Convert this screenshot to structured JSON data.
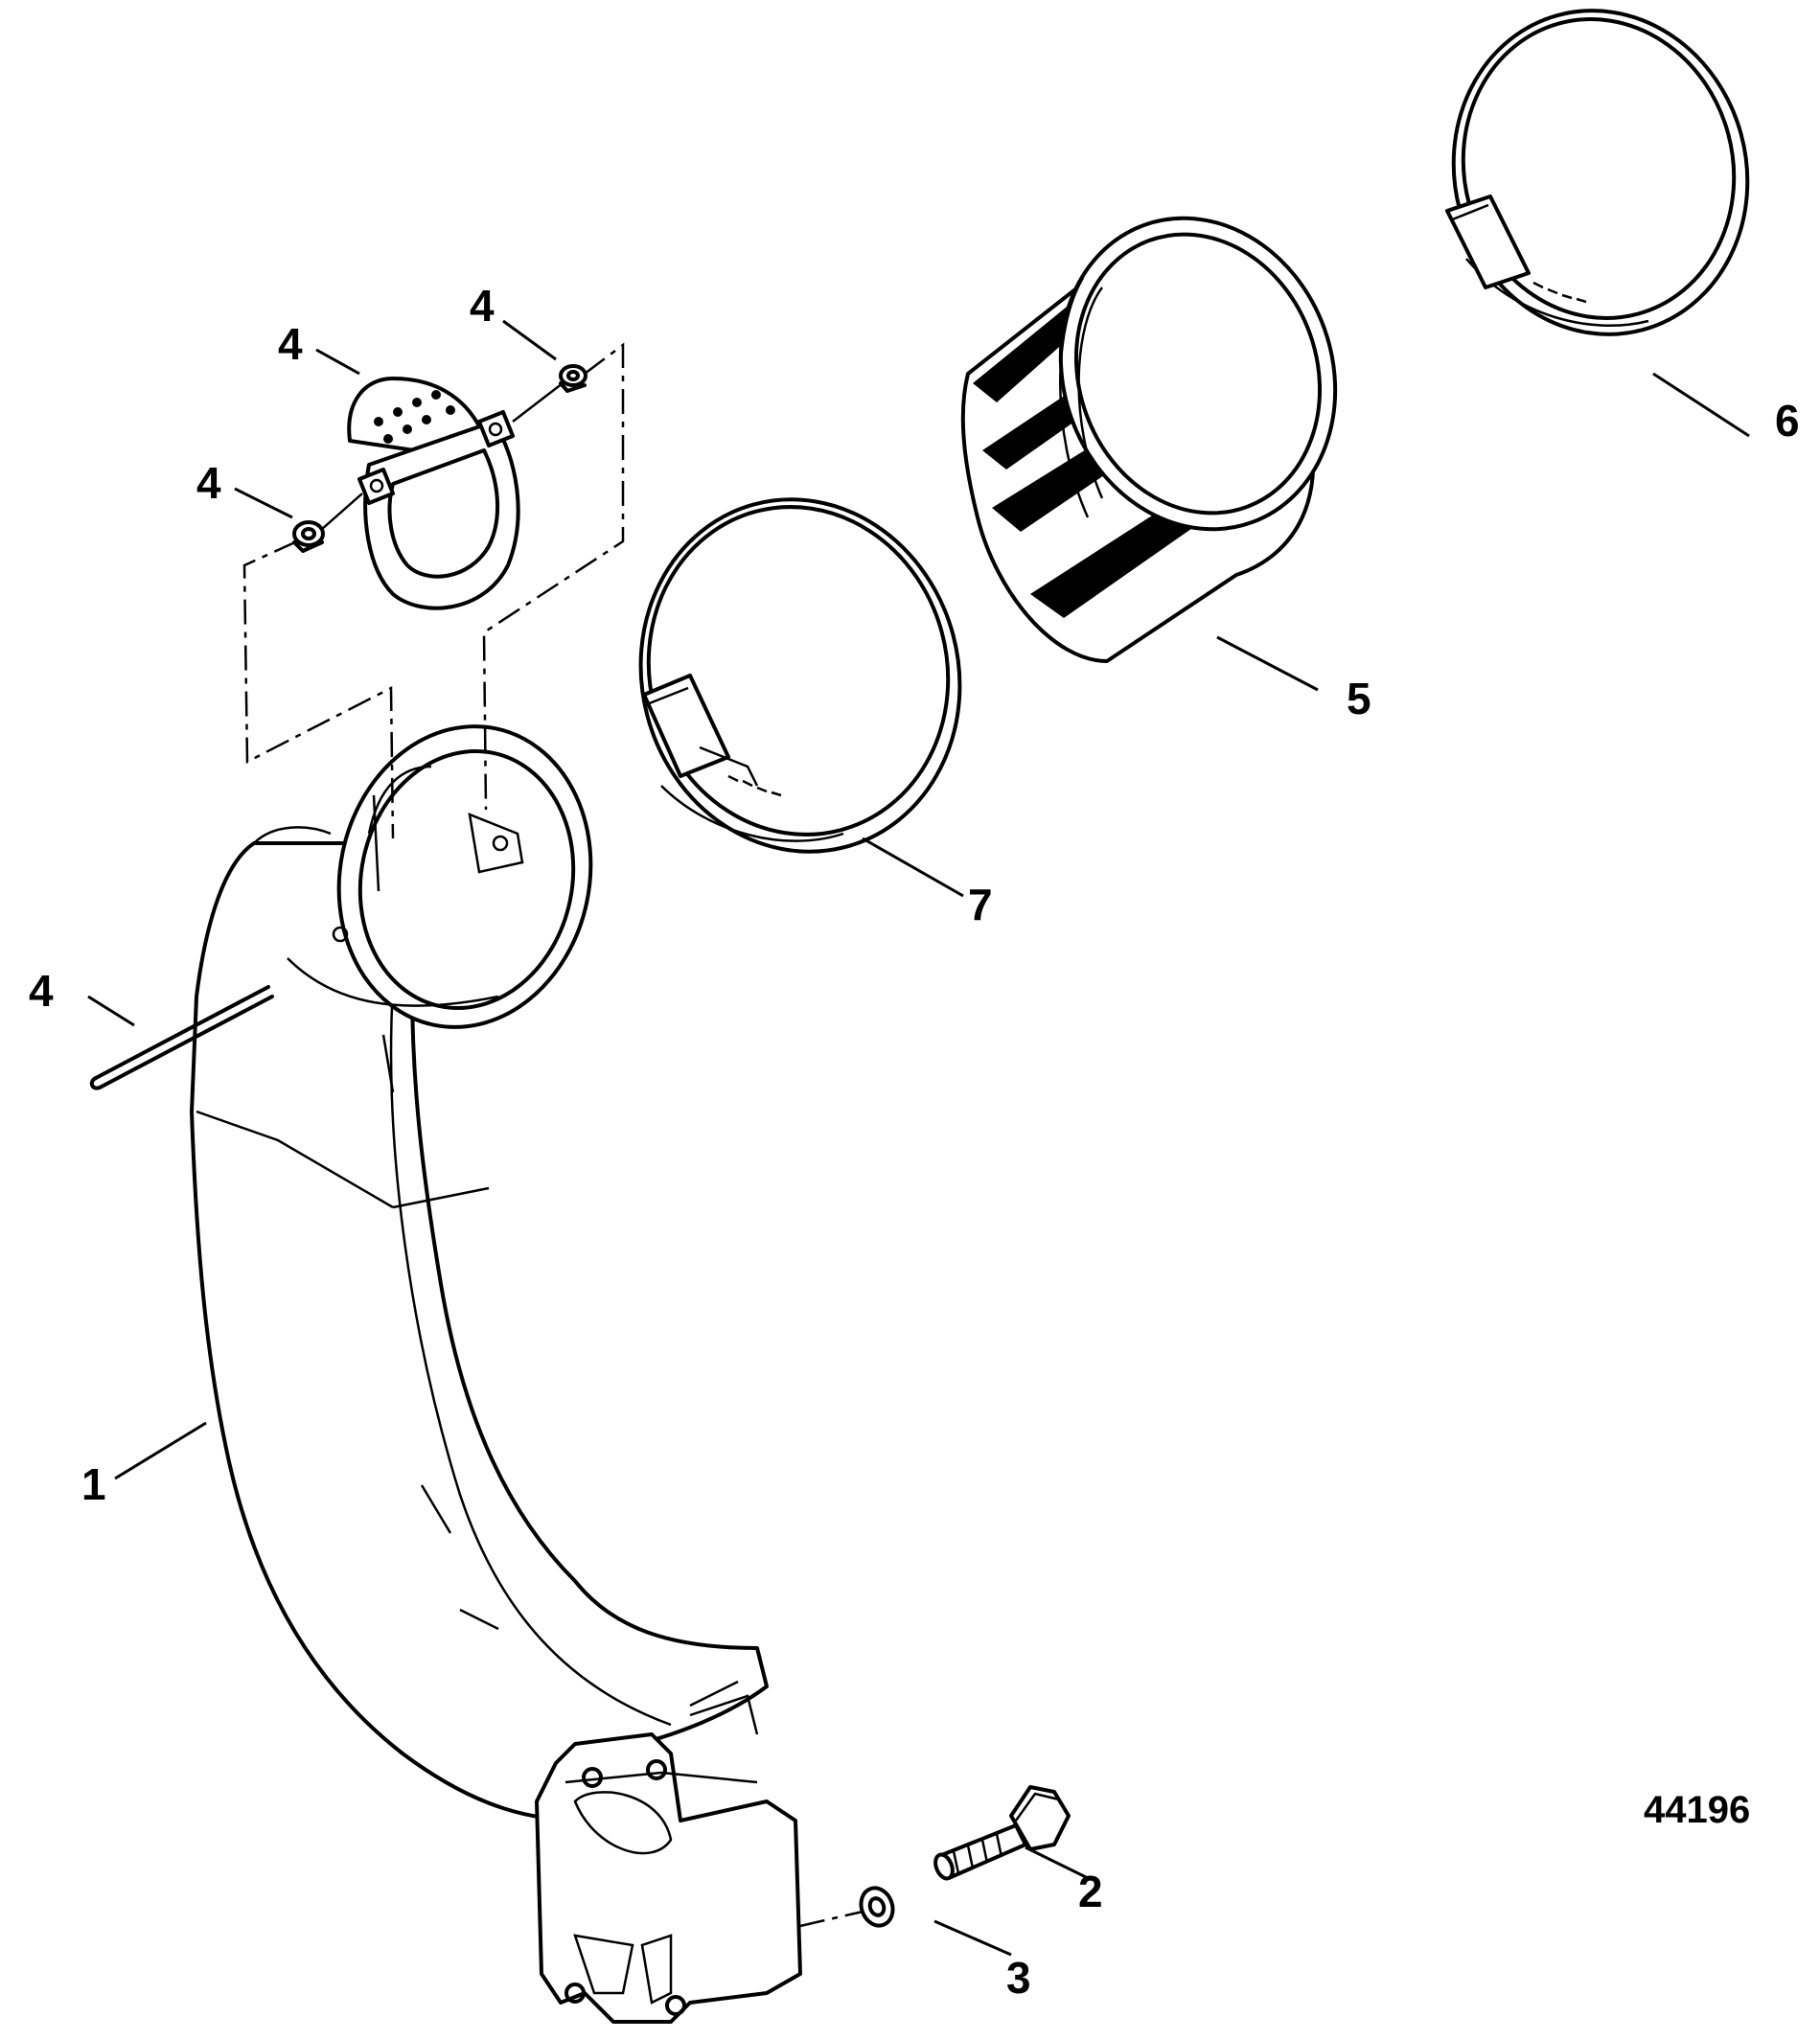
{
  "callouts": [
    {
      "id": "part-1",
      "label": "1"
    },
    {
      "id": "part-2",
      "label": "2"
    },
    {
      "id": "part-3",
      "label": "3"
    },
    {
      "id": "part-4a",
      "label": "4"
    },
    {
      "id": "part-4b",
      "label": "4"
    },
    {
      "id": "part-4c",
      "label": "4"
    },
    {
      "id": "part-4d",
      "label": "4"
    },
    {
      "id": "part-5",
      "label": "5"
    },
    {
      "id": "part-6",
      "label": "6"
    },
    {
      "id": "part-7",
      "label": "7"
    }
  ],
  "figure_number": "44196",
  "colors": {
    "ink": "#000000",
    "paper": "#ffffff"
  }
}
